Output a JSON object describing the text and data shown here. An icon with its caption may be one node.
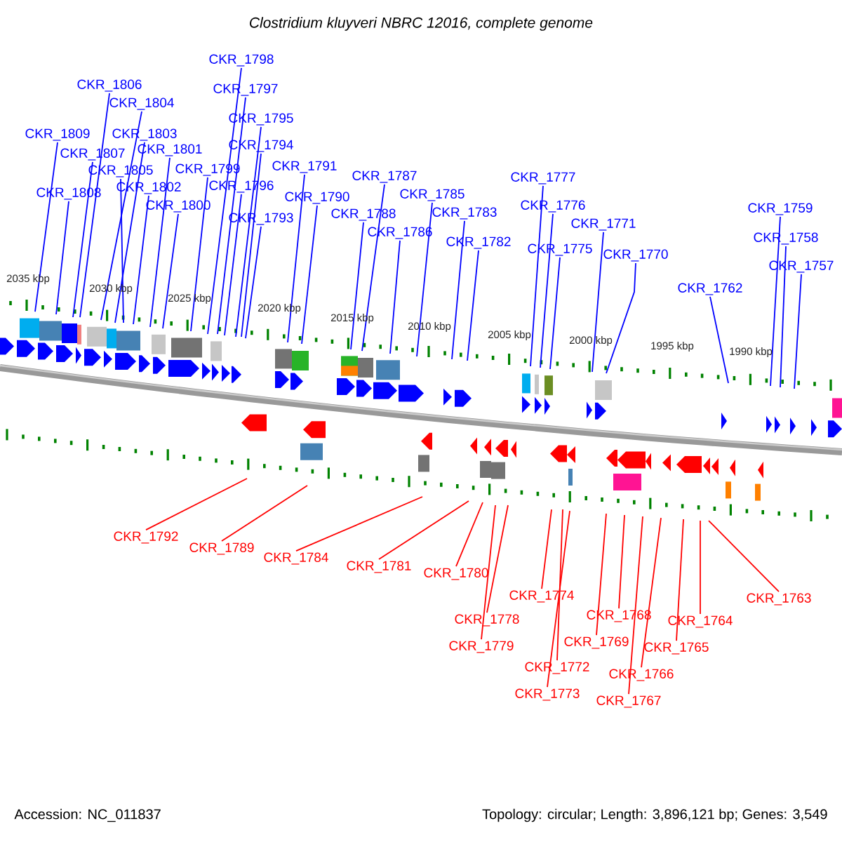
{
  "diagram": {
    "title": "Clostridium kluyveri NBRC 12016, complete genome",
    "nodes": [
      {
        "text": [
          "CKR_1798"
        ]
      },
      {
        "text": [
          "CKR_1797"
        ]
      },
      {
        "text": [
          "CKR_1806"
        ]
      },
      {
        "text": [
          "CKR_1804"
        ]
      },
      {
        "text": [
          "CKR_1795"
        ]
      },
      {
        "text": [
          "CKR_1809"
        ]
      },
      {
        "text": [
          "CKR_1803"
        ]
      },
      {
        "text": [
          "CKR_1794"
        ]
      },
      {
        "text": [
          "CKR_1807"
        ]
      },
      {
        "text": [
          "CKR_1801"
        ]
      },
      {
        "text": [
          "CKR_1805"
        ]
      },
      {
        "text": [
          "CKR_1799"
        ]
      },
      {
        "text": [
          "CKR_1791"
        ]
      },
      {
        "text": [
          "CKR_1808"
        ]
      },
      {
        "text": [
          "CKR_1802"
        ]
      },
      {
        "text": [
          "CKR_1796"
        ]
      },
      {
        "text": [
          "CKR_1800"
        ]
      },
      {
        "text": [
          "CKR_1790"
        ]
      },
      {
        "text": [
          "CKR_1793"
        ]
      },
      {
        "text": [
          "CKR_1787"
        ]
      },
      {
        "text": [
          "CKR_1788"
        ]
      },
      {
        "text": [
          "CKR_1786"
        ]
      },
      {
        "text": [
          "CKR_1785"
        ]
      },
      {
        "text": [
          "CKR_1783"
        ]
      },
      {
        "text": [
          "CKR_1782"
        ]
      },
      {
        "text": [
          "CKR_1777"
        ]
      },
      {
        "text": [
          "CKR_1776"
        ]
      },
      {
        "text": [
          "CKR_1775"
        ]
      },
      {
        "text": [
          "CKR_1771"
        ]
      },
      {
        "text": [
          "CKR_1770"
        ]
      },
      {
        "text": [
          "CKR_1762"
        ]
      },
      {
        "text": [
          "CKR_1759"
        ]
      },
      {
        "text": [
          "CKR_1758"
        ]
      },
      {
        "text": [
          "CKR_1757"
        ]
      },
      {
        "text": [
          "CKR_1792"
        ]
      },
      {
        "text": [
          "CKR_1789"
        ]
      },
      {
        "text": [
          "CKR_1784"
        ]
      },
      {
        "text": [
          "CKR_1781"
        ]
      },
      {
        "text": [
          "CKR_1780"
        ]
      },
      {
        "text": [
          "CKR_1778"
        ]
      },
      {
        "text": [
          "CKR_1779"
        ]
      },
      {
        "text": [
          "CKR_1774"
        ]
      },
      {
        "text": [
          "CKR_1772"
        ]
      },
      {
        "text": [
          "CKR_1773"
        ]
      },
      {
        "text": [
          "CKR_1768"
        ]
      },
      {
        "text": [
          "CKR_1769"
        ]
      },
      {
        "text": [
          "CKR_1766"
        ]
      },
      {
        "text": [
          "CKR_1767"
        ]
      },
      {
        "text": [
          "CKR_1764"
        ]
      },
      {
        "text": [
          "CKR_1765"
        ]
      },
      {
        "text": [
          "CKR_1763"
        ]
      }
    ],
    "edges": [
      {
        "from": 0,
        "to": null,
        "arrow": "none"
      },
      {
        "from": 1,
        "to": null,
        "arrow": "none"
      },
      {
        "from": 2,
        "to": null,
        "arrow": "none"
      },
      {
        "from": 3,
        "to": null,
        "arrow": "none"
      },
      {
        "from": 4,
        "to": null,
        "arrow": "none"
      },
      {
        "from": 5,
        "to": null,
        "arrow": "none"
      },
      {
        "from": 6,
        "to": null,
        "arrow": "none"
      },
      {
        "from": 7,
        "to": null,
        "arrow": "none"
      },
      {
        "from": 8,
        "to": null,
        "arrow": "none"
      },
      {
        "from": 9,
        "to": null,
        "arrow": "none"
      },
      {
        "from": 10,
        "to": null,
        "arrow": "none"
      },
      {
        "from": 11,
        "to": null,
        "arrow": "none"
      },
      {
        "from": 12,
        "to": null,
        "arrow": "none"
      },
      {
        "from": 13,
        "to": null,
        "arrow": "none"
      },
      {
        "from": 14,
        "to": null,
        "arrow": "none"
      },
      {
        "from": 15,
        "to": null,
        "arrow": "none"
      },
      {
        "from": 16,
        "to": null,
        "arrow": "none"
      },
      {
        "from": 17,
        "to": null,
        "arrow": "none"
      },
      {
        "from": 18,
        "to": null,
        "arrow": "none"
      },
      {
        "from": 19,
        "to": null,
        "arrow": "none"
      },
      {
        "from": 20,
        "to": null,
        "arrow": "none"
      },
      {
        "from": 21,
        "to": null,
        "arrow": "none"
      },
      {
        "from": 22,
        "to": null,
        "arrow": "none"
      },
      {
        "from": 23,
        "to": null,
        "arrow": "none"
      },
      {
        "from": 24,
        "to": null,
        "arrow": "none"
      },
      {
        "from": 25,
        "to": null,
        "arrow": "none"
      },
      {
        "from": 26,
        "to": null,
        "arrow": "none"
      },
      {
        "from": 27,
        "to": null,
        "arrow": "none"
      },
      {
        "from": 28,
        "to": null,
        "arrow": "none"
      },
      {
        "from": 29,
        "to": null,
        "arrow": "none"
      },
      {
        "from": 30,
        "to": null,
        "arrow": "none"
      },
      {
        "from": 31,
        "to": null,
        "arrow": "none"
      },
      {
        "from": 32,
        "to": null,
        "arrow": "none"
      },
      {
        "from": 33,
        "to": null,
        "arrow": "none"
      },
      {
        "from": 34,
        "to": null,
        "arrow": "none",
        "color": "#ff0000"
      },
      {
        "from": 35,
        "to": null,
        "arrow": "none",
        "color": "#ff0000"
      },
      {
        "from": 36,
        "to": null,
        "arrow": "none",
        "color": "#ff0000"
      },
      {
        "from": 37,
        "to": null,
        "arrow": "none",
        "color": "#ff0000"
      },
      {
        "from": 38,
        "to": null,
        "arrow": "none",
        "color": "#ff0000"
      },
      {
        "from": 39,
        "to": null,
        "arrow": "none",
        "color": "#ff0000"
      },
      {
        "from": 40,
        "to": null,
        "arrow": "none",
        "color": "#ff0000"
      },
      {
        "from": 41,
        "to": null,
        "arrow": "none",
        "color": "#ff0000"
      },
      {
        "from": 42,
        "to": null,
        "arrow": "none",
        "color": "#ff0000"
      },
      {
        "from": 43,
        "to": null,
        "arrow": "none",
        "color": "#ff0000"
      },
      {
        "from": 44,
        "to": null,
        "arrow": "none",
        "color": "#ff0000"
      },
      {
        "from": 45,
        "to": null,
        "arrow": "none",
        "color": "#ff0000"
      },
      {
        "from": 46,
        "to": null,
        "arrow": "none",
        "color": "#ff0000"
      },
      {
        "from": 47,
        "to": null,
        "arrow": "none",
        "color": "#ff0000"
      },
      {
        "from": 48,
        "to": null,
        "arrow": "none",
        "color": "#ff0000"
      },
      {
        "from": 49,
        "to": null,
        "arrow": "none",
        "color": "#ff0000"
      },
      {
        "from": 50,
        "to": null,
        "arrow": "none",
        "color": "#ff0000"
      }
    ],
    "labels": [
      "2035 kbp",
      "2030 kbp",
      "2025 kbp",
      "2020 kbp",
      "2015 kbp",
      "2010 kbp",
      "2005 kbp",
      "2000 kbp",
      "1995 kbp",
      "1990 kbp",
      "Accession: NC_011837",
      "Topology: circular; Length: 3,896,121 bp; Genes: 3,549"
    ]
  }
}
